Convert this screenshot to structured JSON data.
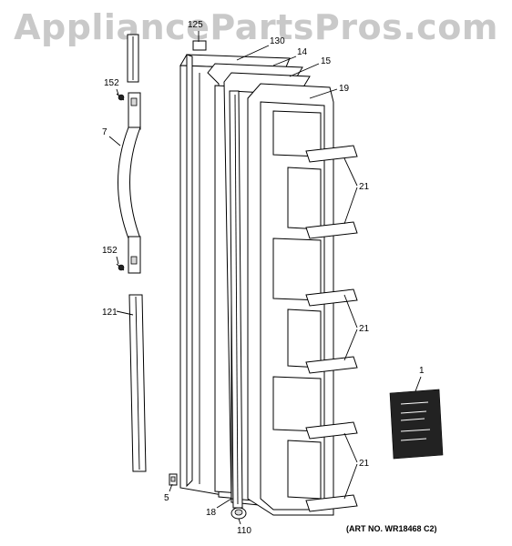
{
  "watermark": "AppliancePartsPros.com",
  "callouts": {
    "c125": "125",
    "c130": "130",
    "c14": "14",
    "c15": "15",
    "c19": "19",
    "c152a": "152",
    "c7": "7",
    "c152b": "152",
    "c121": "121",
    "c5": "5",
    "c18": "18",
    "c110": "110",
    "c21a": "21",
    "c21b": "21",
    "c21c": "21",
    "c1": "1"
  },
  "art_number": "(ART NO. WR18468 C2)"
}
